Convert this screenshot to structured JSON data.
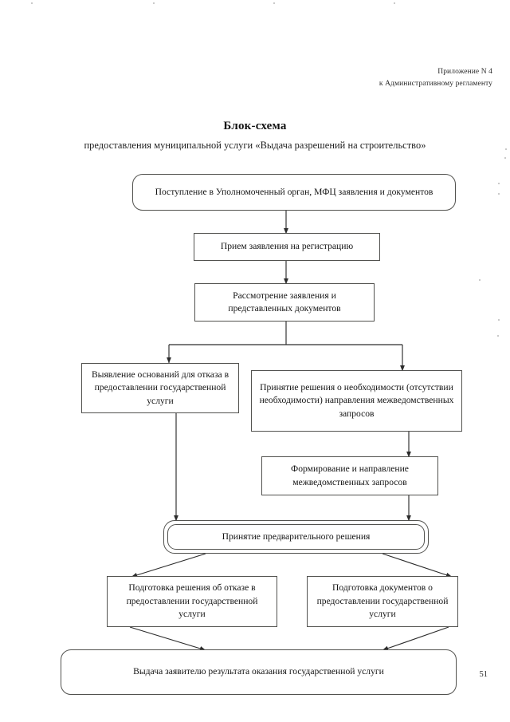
{
  "document": {
    "header_lines": [
      "Приложение N 4",
      "к Административному регламенту"
    ],
    "title": "Блок-схема",
    "subtitle": "предоставления муниципальной услуги «Выдача разрешений на строительство»",
    "page_number": "51"
  },
  "flowchart": {
    "nodes": [
      {
        "id": "intake",
        "label": "Поступление в Уполномоченный орган, МФЦ заявления и документов"
      },
      {
        "id": "registration",
        "label": "Прием заявления на регистрацию"
      },
      {
        "id": "review",
        "label": "Рассмотрение заявления и представленных документов"
      },
      {
        "id": "refusal-grounds",
        "label": "Выявление оснований для отказа в предоставлении государственной услуги"
      },
      {
        "id": "interagency-decision",
        "label": "Принятие решения о необходимости (отсутствии необходимости) направления межведомственных запросов"
      },
      {
        "id": "interagency-requests",
        "label": "Формирование и направление межведомственных запросов"
      },
      {
        "id": "preliminary-decision",
        "label": "Принятие предварительного решения"
      },
      {
        "id": "prepare-refusal",
        "label": "Подготовка решения об отказе в предоставлении государственной услуги"
      },
      {
        "id": "prepare-documents",
        "label": "Подготовка документов о предоставлении государственной услуги"
      },
      {
        "id": "result-issue",
        "label": "Выдача заявителю результата оказания государственной услуги"
      }
    ],
    "colors": {
      "border": "#52524f",
      "connector": "#2c2c2c",
      "text": "#151515",
      "background": "#ffffff"
    }
  }
}
